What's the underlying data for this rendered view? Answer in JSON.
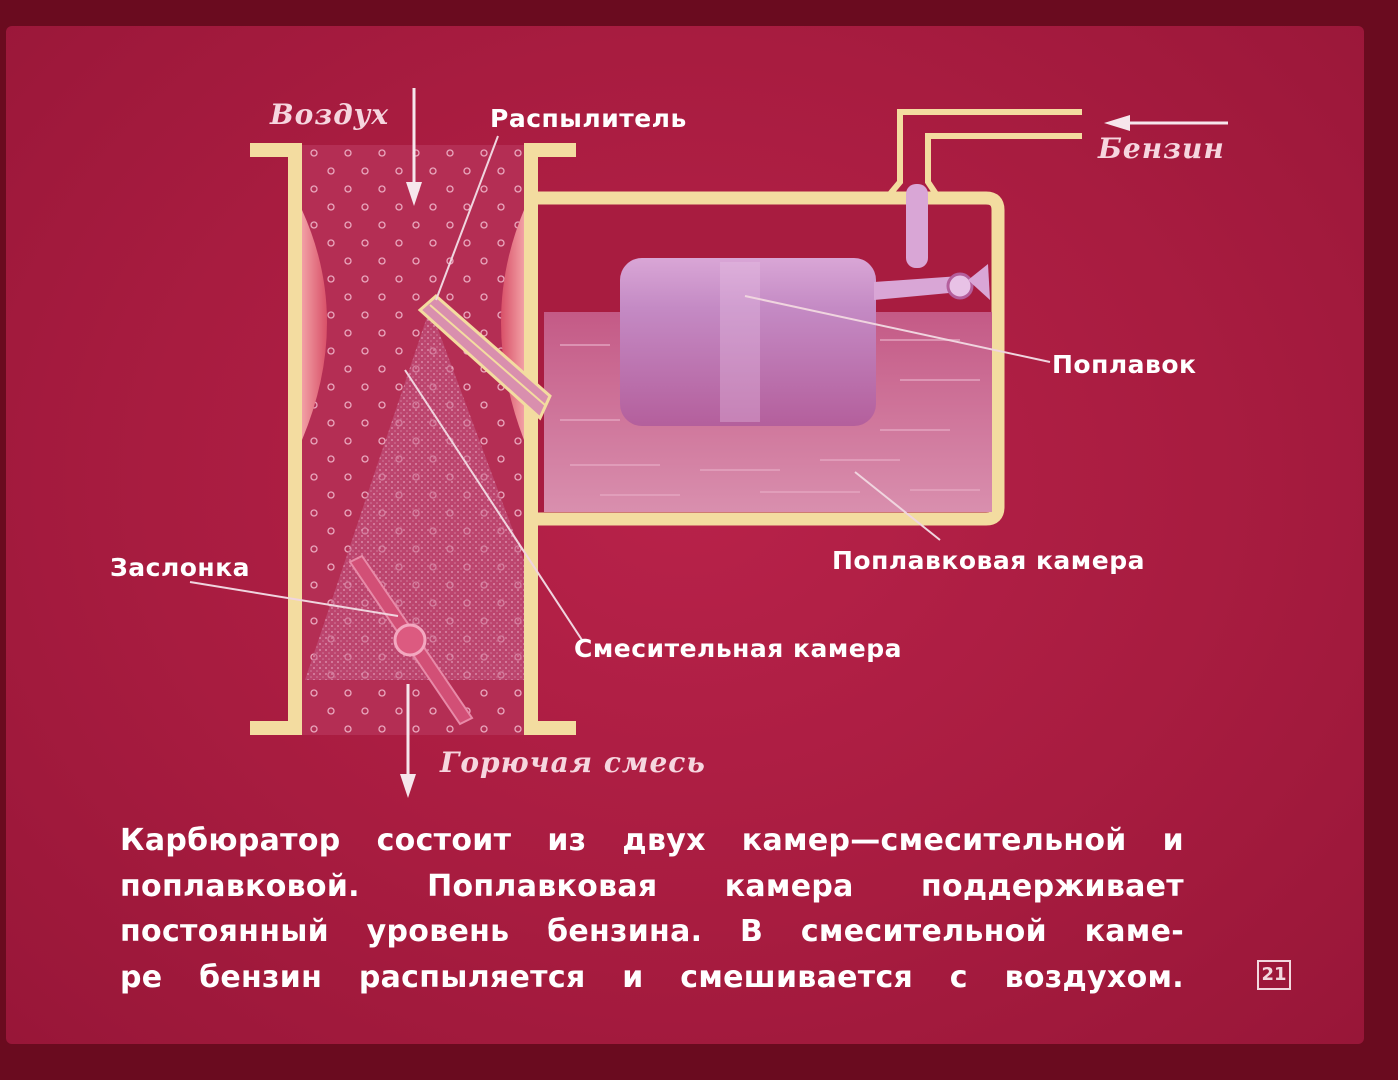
{
  "labels": {
    "air": "Воздух",
    "sprayer": "Распылитель",
    "gasoline": "Бензин",
    "float": "Поплавок",
    "float_chamber": "Поплавковая камера",
    "throttle": "Заслонка",
    "mixing_chamber": "Смесительная камера",
    "fuel_mixture": "Горючая смесь"
  },
  "caption": {
    "lines": [
      "Карбюратор состоит из двух камер—смесительной и",
      "поплавковой. Поплавковая камера поддерживает",
      "постоянный уровень бензина. В смесительной каме-",
      "ре бензин распыляется и смешивается с воздухом."
    ]
  },
  "page_number": "21",
  "colors": {
    "background": "#a81c40",
    "wall": "#f3dca0",
    "liquid": "#cf6f95",
    "float": "#c98ac0",
    "label": "#ffffff"
  }
}
